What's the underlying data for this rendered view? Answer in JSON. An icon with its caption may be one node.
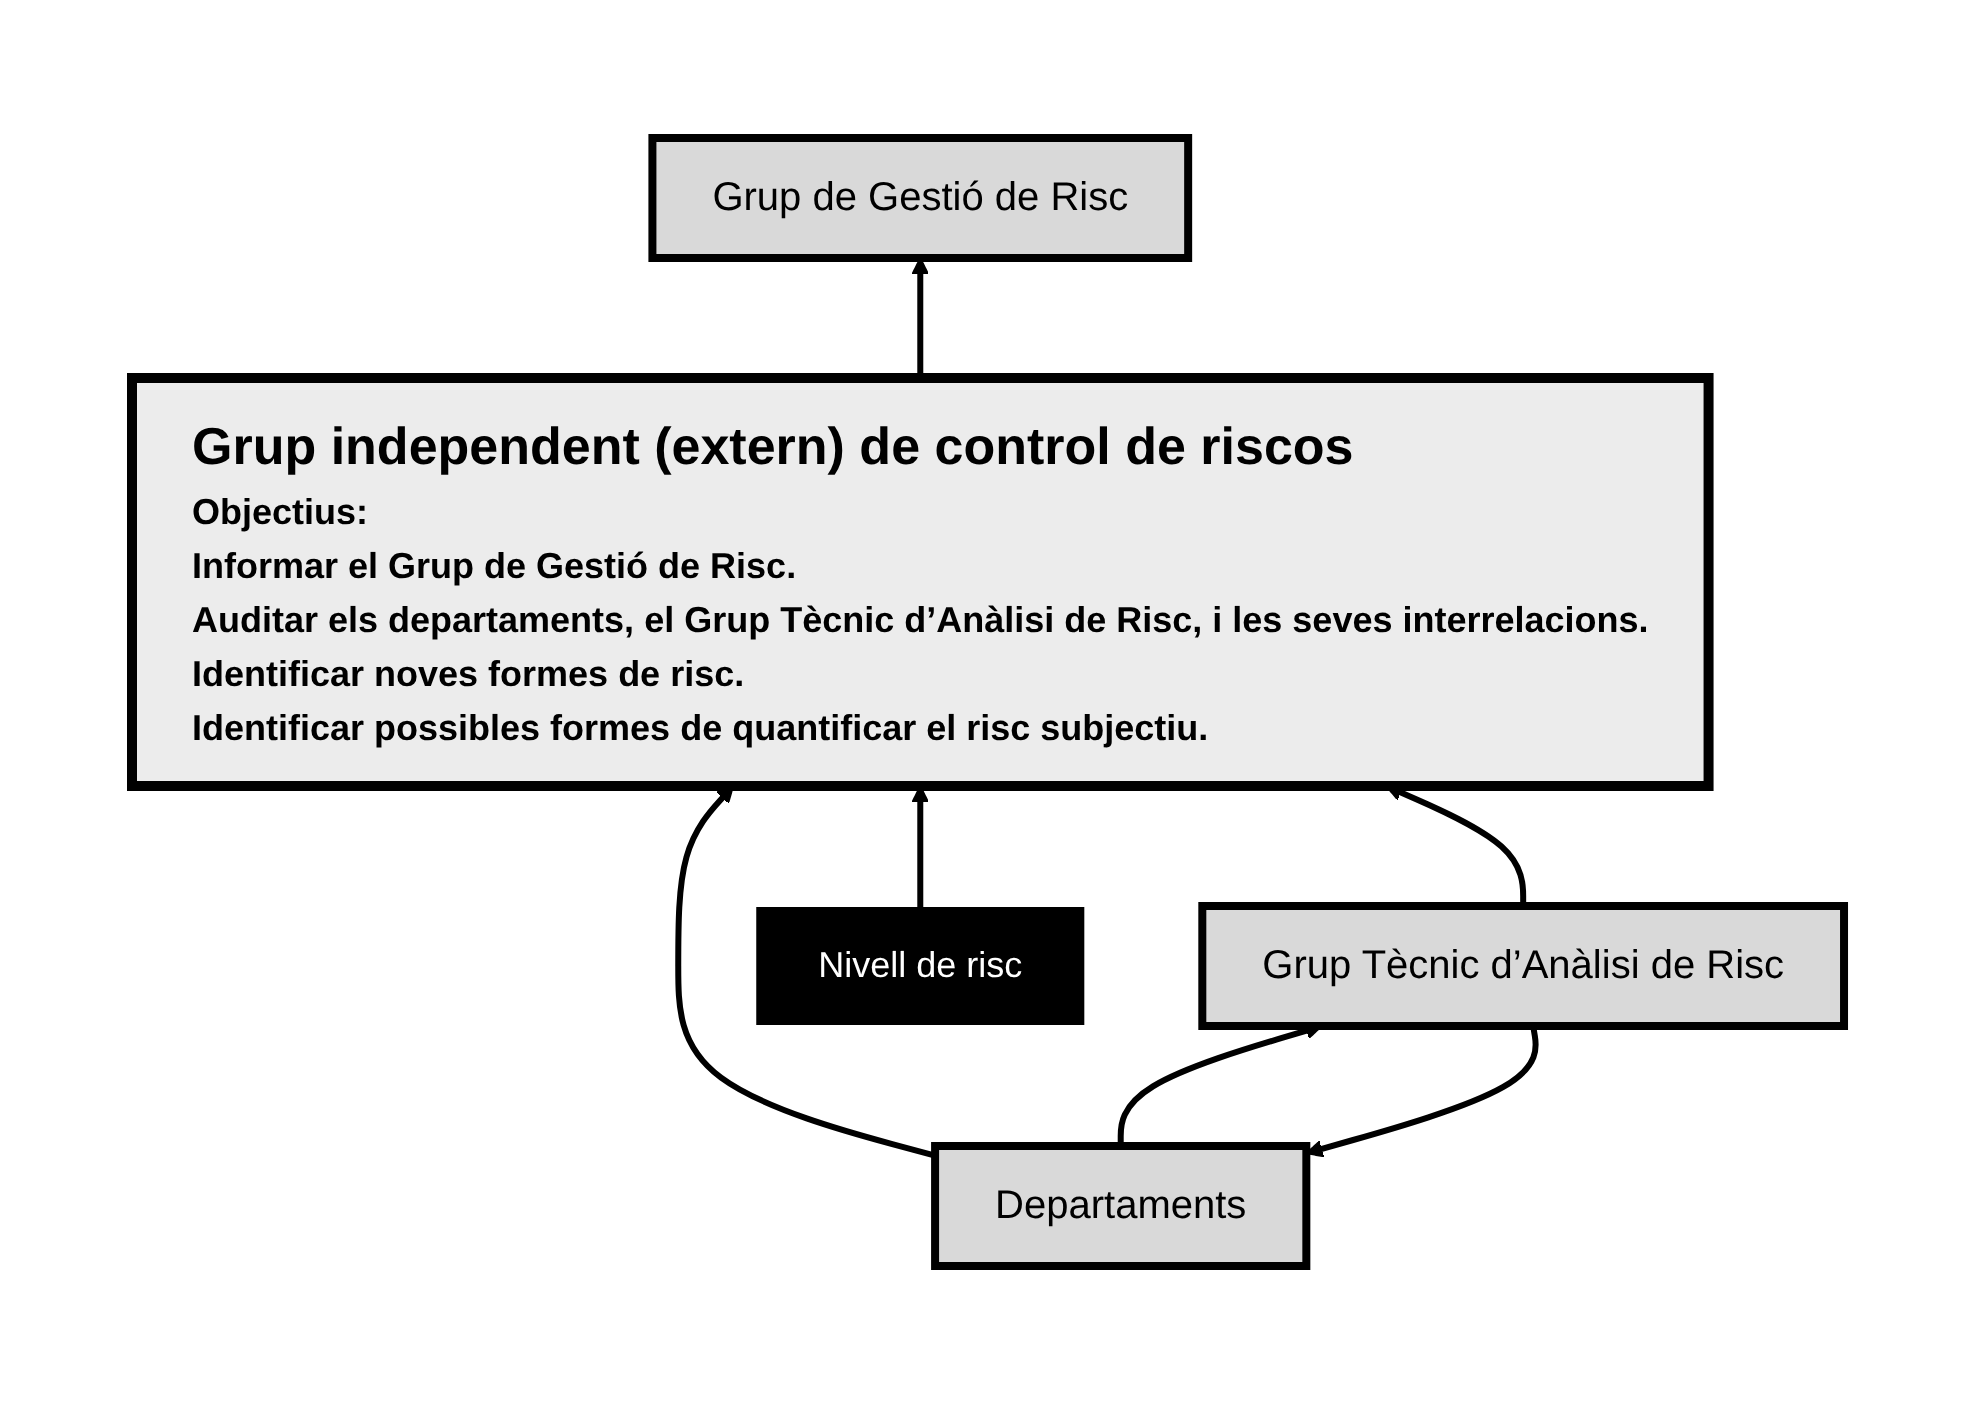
{
  "diagram": {
    "nodes": [
      {
        "text": [
          "Grup de Gestió de Risc"
        ]
      },
      {
        "text": [
          "Grup independent (extern) de control de riscos",
          "Objectius:",
          "Informar el Grup de Gestió de Risc.",
          "Auditar els departaments, el Grup Tècnic d’Anàlisi de Risc, i les seves interrelacions.",
          "Identificar noves formes de risc.",
          "Identificar possibles formes de quantificar el risc subjectiu."
        ]
      },
      {
        "text": [
          "Nivell de risc"
        ]
      },
      {
        "text": [
          "Departaments"
        ]
      },
      {
        "text": [
          "Grup Tècnic d’Anàlisi de Risc"
        ]
      }
    ],
    "edges": [
      {
        "from": 1,
        "to": 0,
        "arrow": "to"
      },
      {
        "from": 3,
        "to": 1,
        "arrow": "to"
      },
      {
        "from": 2,
        "to": 1,
        "arrow": "to"
      },
      {
        "from": 4,
        "to": 1,
        "arrow": "to"
      },
      {
        "from": 3,
        "to": 4,
        "arrow": "to"
      },
      {
        "from": 4,
        "to": 3,
        "arrow": "to"
      }
    ]
  }
}
